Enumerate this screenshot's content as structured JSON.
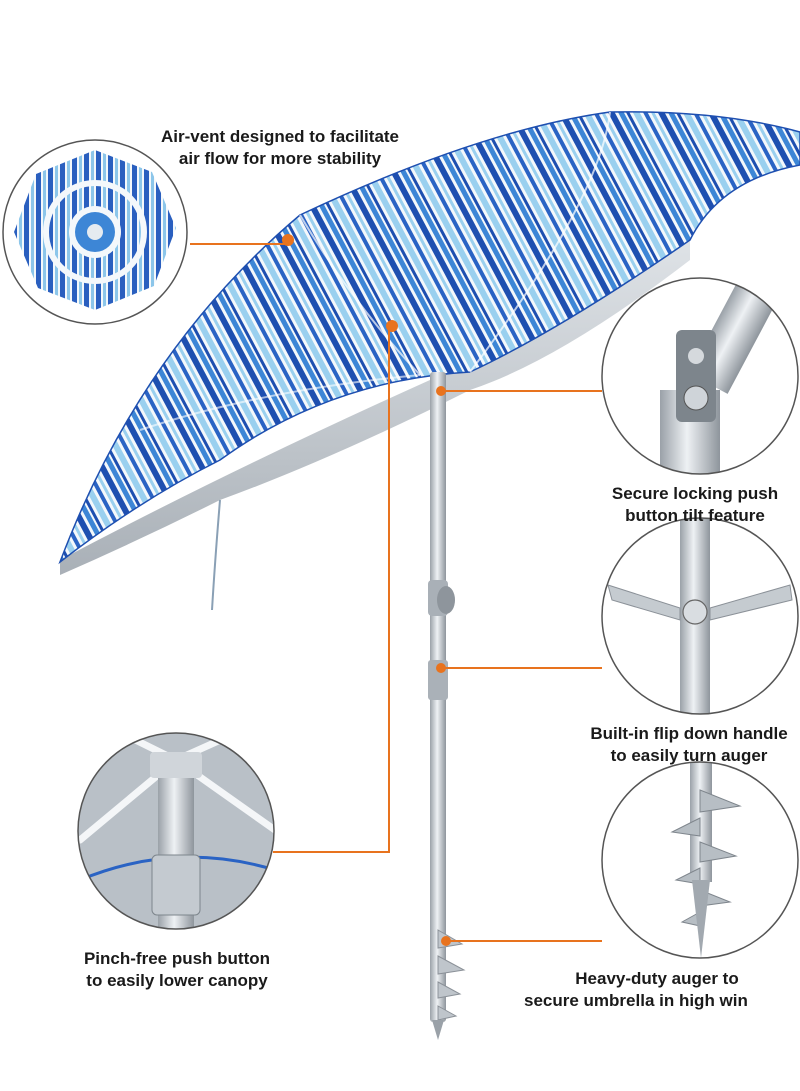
{
  "palette": {
    "leader": "#e8731e",
    "canopy_dark": "#1e4fb0",
    "canopy_mid": "#3d86d6",
    "canopy_light": "#9ad0ef",
    "canopy_white": "#f4f8fb",
    "pole": "#c9ced4",
    "circle_border": "#555555"
  },
  "callouts": {
    "air_vent": {
      "line1": "Air-vent designed to facilitate",
      "line2": "air flow for more stability",
      "icon": "air-vent-detail-icon"
    },
    "tilt": {
      "line1": "Secure locking push",
      "line2": "button tilt feature",
      "icon": "tilt-hinge-detail-icon"
    },
    "handle": {
      "line1": "Built-in flip down handle",
      "line2": "to easily turn auger",
      "icon": "flip-handle-detail-icon"
    },
    "pinch": {
      "line1": "Pinch-free push button",
      "line2": "to easily lower canopy",
      "icon": "push-button-detail-icon"
    },
    "auger": {
      "line1": "Heavy-duty auger to",
      "line2": "secure umbrella in high win",
      "icon": "auger-detail-icon"
    }
  }
}
